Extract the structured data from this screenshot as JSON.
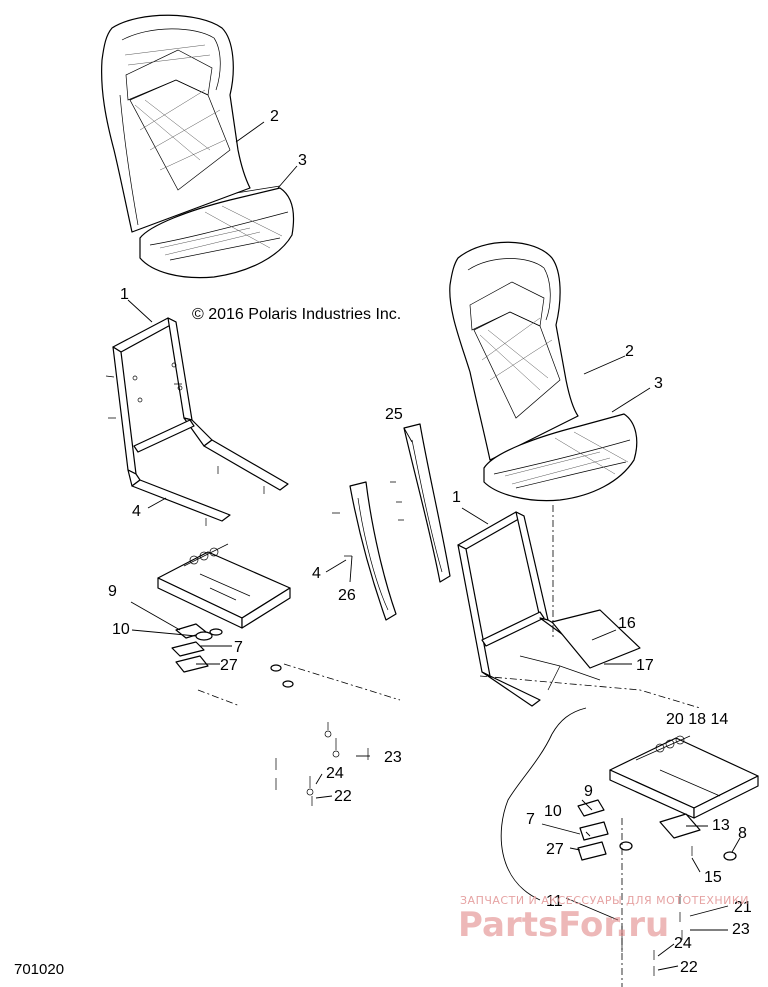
{
  "copyright": "© 2016 Polaris Industries Inc.",
  "drawing_number": "701020",
  "watermark": {
    "line1": "ЗАПЧАСТИ И АКСЕССУАРЫ ДЛЯ МОТОТЕХНИКИ",
    "line2": "PartsFor.ru"
  },
  "callouts": {
    "c1a": "2",
    "c1b": "3",
    "c1c": "1",
    "c1d": "4",
    "c2a": "2",
    "c2b": "3",
    "c2c": "1",
    "c25": "25",
    "c4b": "4",
    "c26": "26",
    "c9a": "9",
    "c10a": "10",
    "c7a": "7",
    "c27a": "27",
    "c16": "16",
    "c17": "17",
    "c23a": "23",
    "c24a": "24",
    "c22a": "22",
    "c20_18_14": "20 18 14",
    "c9b": "9",
    "c10b": "10",
    "c7b": "7",
    "c27b": "27",
    "c13": "13",
    "c8": "8",
    "c15": "15",
    "c11": "11",
    "c21": "21",
    "c23b": "23",
    "c24b": "24",
    "c22b": "22"
  }
}
